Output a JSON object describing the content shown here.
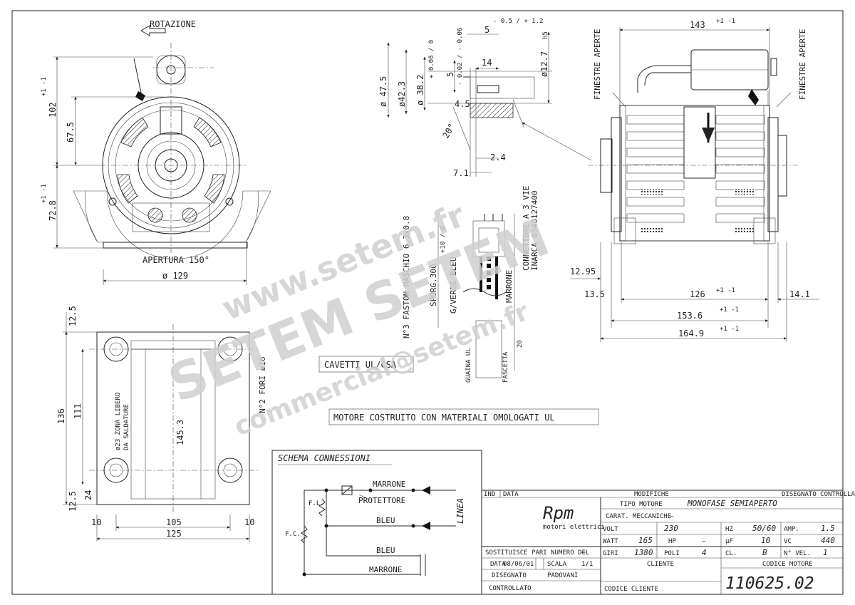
{
  "labels": {
    "rotation": "ROTAZIONE",
    "aperture": "APERTURA 150°",
    "finestre_left": "FINESTRE APERTE",
    "finestre_right": "FINESTRE APERTE",
    "zona_libero": "ø23 ZONA LIBERO",
    "da_saldature": "DA SALDATURE",
    "n2_fori": "N°2 FORI ø16",
    "faston": "N°3 FASTON MASCHIO 6,3x0.8",
    "sporg": "SPORG.300",
    "sporg_tol": "+10 / 0",
    "g_verde_bleu": "G/VERDE BLEU",
    "marrone_v": "MARRONE",
    "connettore": "CONNETTORE A 3 VIE",
    "inarca": "INARCA 8540127400",
    "guaina": "GUAINA UL",
    "fascetta": "FASCETTA",
    "twenty": "20",
    "cavetti": "CAVETTI UL/CSA",
    "motore_costruito": "MOTORE COSTRUITO CON MATERIALI OMOLOGATI UL"
  },
  "dims": {
    "d102": "102",
    "d102_tol": "+1 -1",
    "d675": "67.5",
    "d728": "72.8",
    "d728_tol": "+1 -1",
    "d129": "ø 129",
    "d125a": "12.5",
    "d136": "136",
    "d111": "111",
    "d1453": "145.3",
    "d125b": "12.5",
    "d24": "24",
    "d10a": "10",
    "d105": "105",
    "d10b": "10",
    "d125": "125",
    "d5": "5",
    "d5_tol": "- 0.5 / + 1.2",
    "d475": "ø 47.5",
    "d423": "ø42.3",
    "d382": "ø 38.2",
    "d382_tol": "+ 0.08 / 0",
    "d5b": "5",
    "d5b_tol": "- 0.02 / - 0.06",
    "d14": "14",
    "d127": "ø12.7",
    "d127_tol": "h5",
    "d45": "4.5",
    "d20deg": "20°",
    "d24b": "2.4",
    "d71": "7.1",
    "d143": "143",
    "d143_tol": "+1 -1",
    "d1295": "12.95",
    "d135": "13.5",
    "d126": "126",
    "d126_tol": "+1 -1",
    "d141": "14.1",
    "d1536": "153.6",
    "d1536_tol": "+1 -1",
    "d1649": "164.9",
    "d1649_tol": "+1 -1"
  },
  "schema": {
    "title": "SCHEMA CONNESSIONI",
    "marrone_top": "MARRONE",
    "protettore": "PROTETTORE",
    "bleu1": "BLEU",
    "bleu2": "BLEU",
    "marrone_bottom": "MARRONE",
    "linea": "LINEA",
    "fc1": "F.L.",
    "fc2": "F.C."
  },
  "titleblock": {
    "ind": "IND",
    "data_h": "DATA",
    "modifiche": "MODIFICHE",
    "disegnato_controllato": "DISEGNATO CONTROLLATO",
    "logo": "Rpm",
    "logo_sub": "motori elettrici",
    "tipo_motore_label": "TIPO MOTORE",
    "tipo_motore_value": "MONOFASE SEMIAPERTO",
    "carat_label": "CARAT. MECCANICHE",
    "carat_value": "—",
    "volt_label": "VOLT",
    "volt_value": "230",
    "hz_label": "HZ",
    "hz_value": "50/60",
    "amp_label": "AMP.",
    "amp_value": "1.5",
    "watt_label": "WATT",
    "watt_value": "165",
    "hp_label": "HP",
    "hp_value": "—",
    "uf_label": "µF",
    "uf_value": "10",
    "vc_label": "VC",
    "vc_value": "440",
    "giri_label": "GIRI",
    "giri_value": "1380",
    "poli_label": "POLI",
    "poli_value": "4",
    "cl_label": "CL.",
    "cl_value": "B",
    "nvel_label": "N° VEL.",
    "nvel_value": "1",
    "sostituisce": "SOSTITUISCE PARI NUMERO DEL",
    "sostituisce_value": "—",
    "data_label": "DATA",
    "data_value": "08/06/01",
    "scala_label": "SCALA",
    "scala_value": "1/1",
    "disegnato_label": "DISEGNATO",
    "disegnato_value": "PADOVANI",
    "controllato_label": "CONTROLLATO",
    "cliente_label": "CLIENTE",
    "codice_cliente_label": "CODICE CLIENTE",
    "codice_motore_label": "CODICE MOTORE",
    "codice_motore_value": "110625.02"
  },
  "watermark": {
    "line1": "www.setem.fr",
    "line2": "SETEM SETEM",
    "line3": "commercial@setem.fr"
  }
}
